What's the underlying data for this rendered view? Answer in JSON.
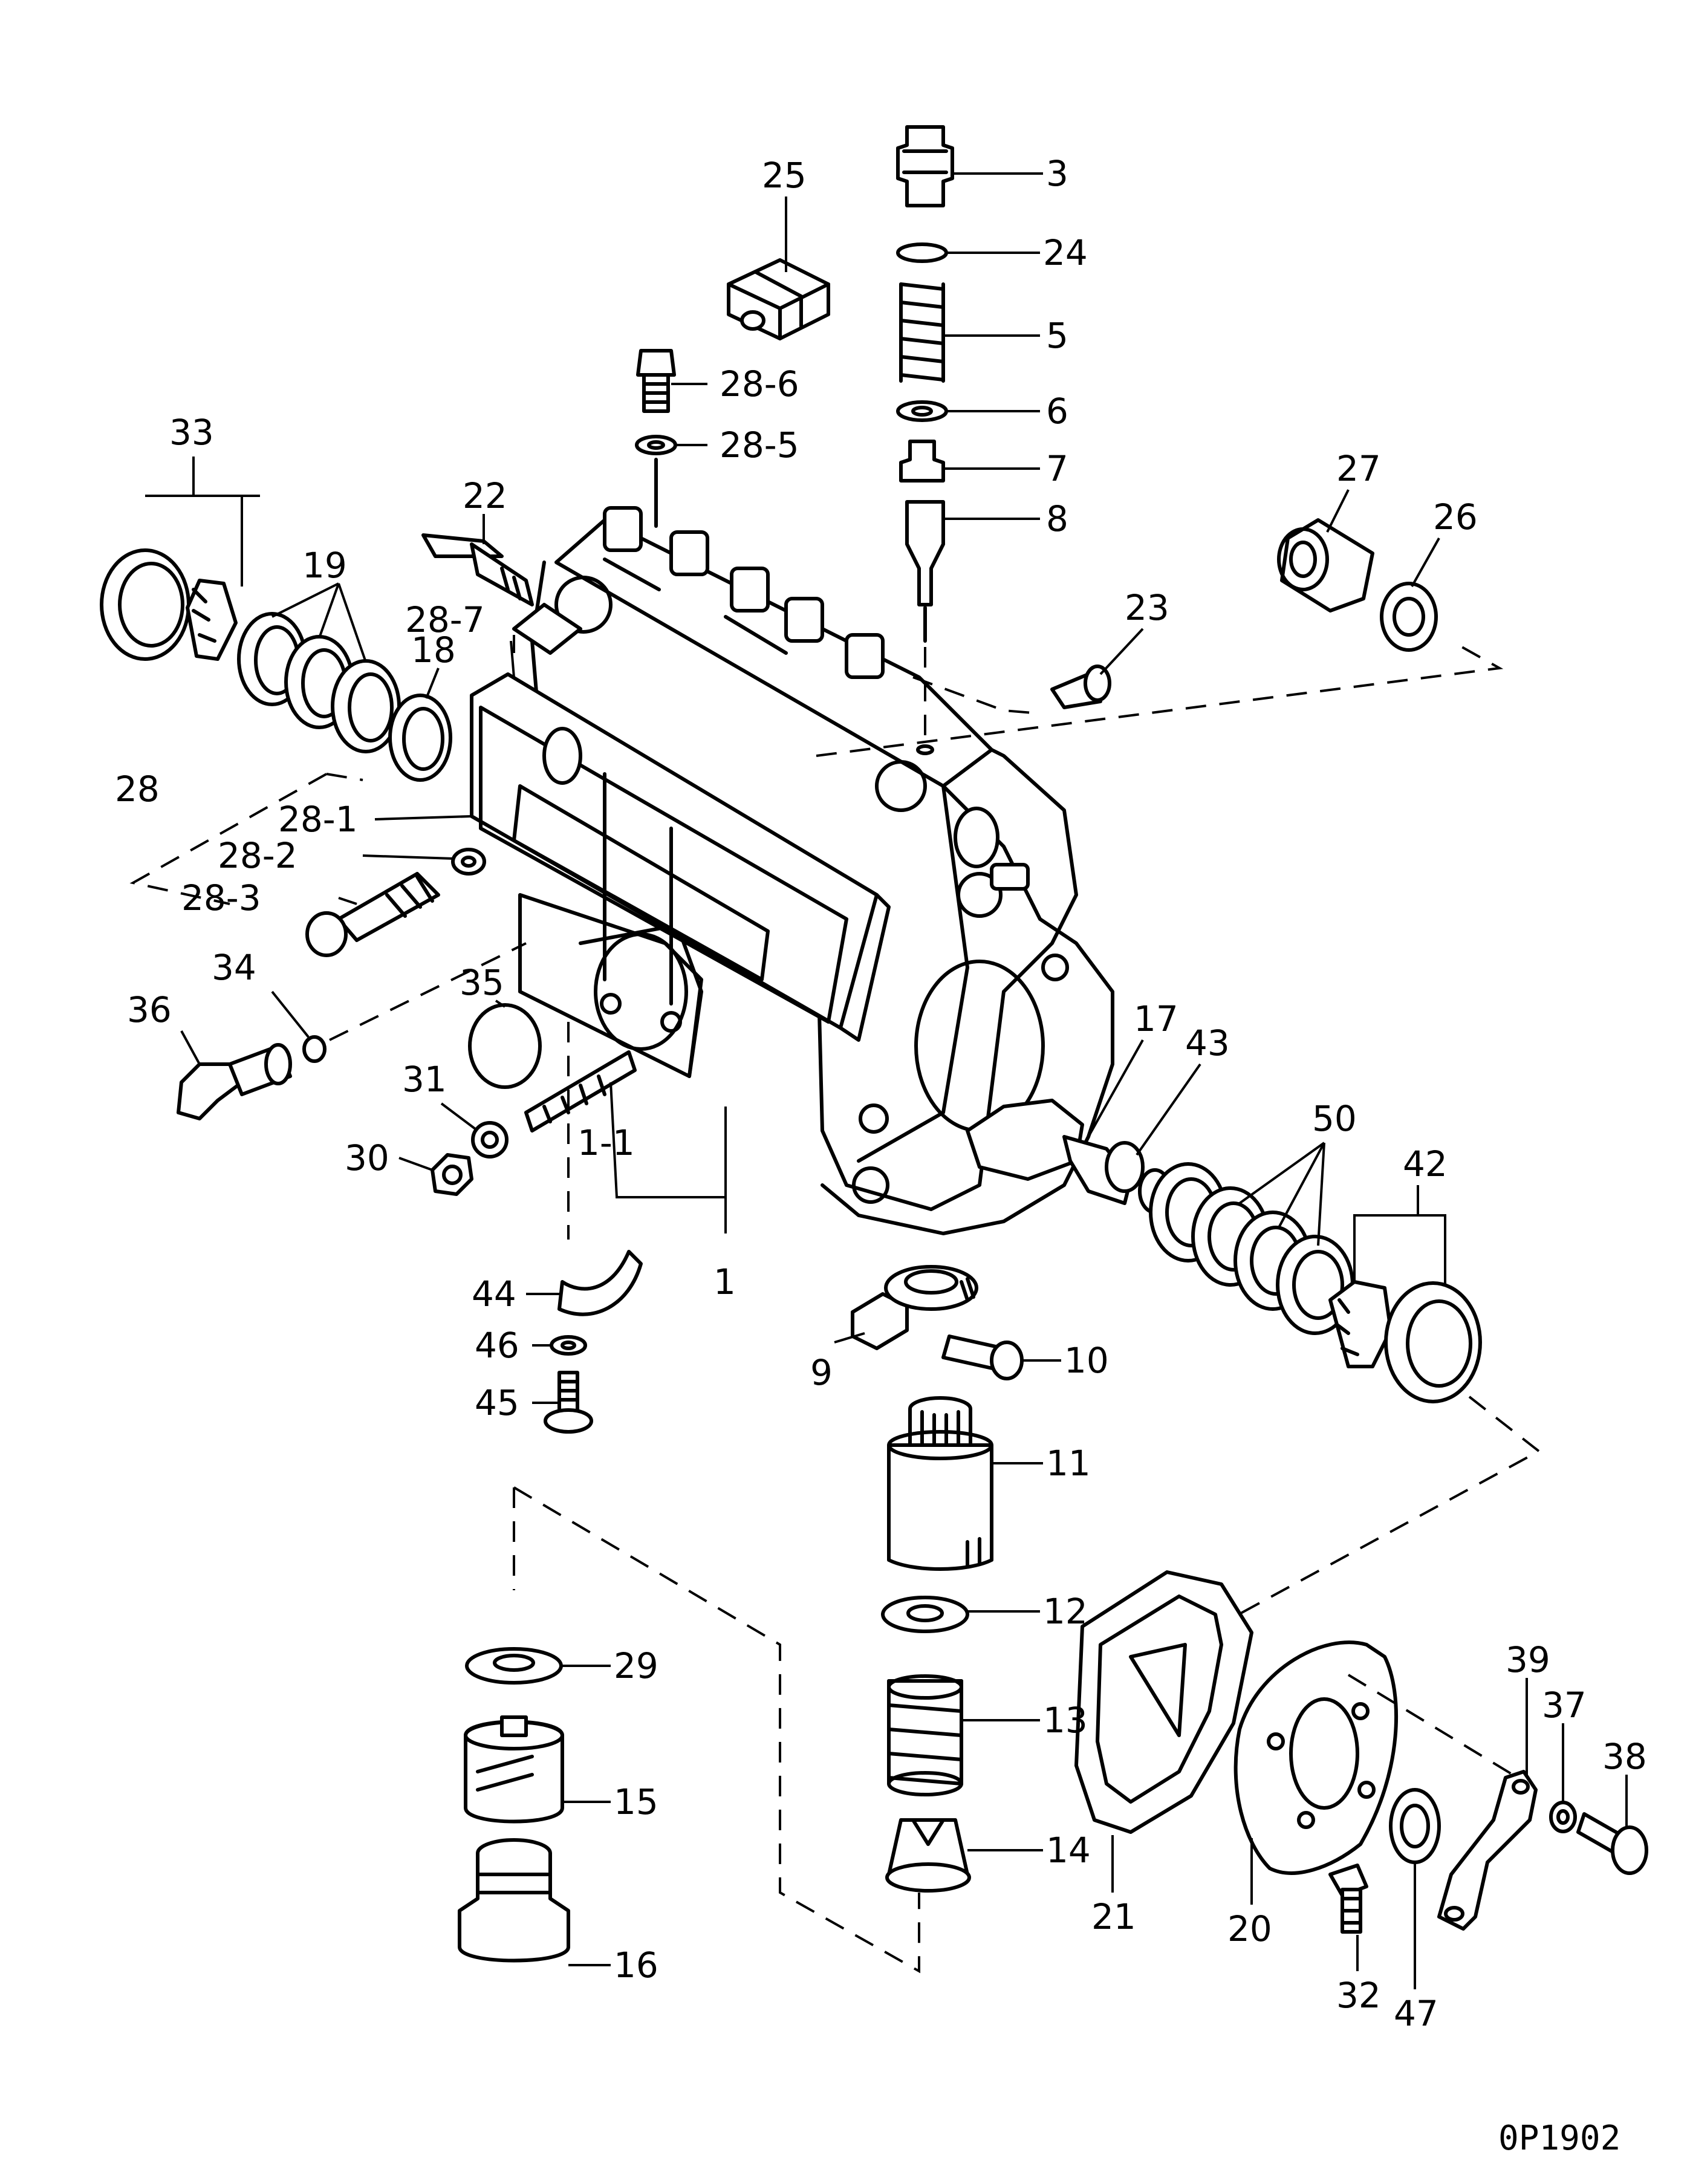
{
  "diagram_code": "0P1902",
  "callouts": {
    "p1": "1",
    "p1_1": "1-1",
    "p3": "3",
    "p5": "5",
    "p6": "6",
    "p7": "7",
    "p8": "8",
    "p9": "9",
    "p10": "10",
    "p11": "11",
    "p12": "12",
    "p13": "13",
    "p14": "14",
    "p15": "15",
    "p16": "16",
    "p17": "17",
    "p18": "18",
    "p19": "19",
    "p20": "20",
    "p21": "21",
    "p22": "22",
    "p23": "23",
    "p24": "24",
    "p25": "25",
    "p26": "26",
    "p27": "27",
    "p28": "28",
    "p28_1": "28-1",
    "p28_2": "28-2",
    "p28_3": "28-3",
    "p28_5": "28-5",
    "p28_6": "28-6",
    "p28_7": "28-7",
    "p29": "29",
    "p30": "30",
    "p31": "31",
    "p32": "32",
    "p33": "33",
    "p34": "34",
    "p35": "35",
    "p36": "36",
    "p37": "37",
    "p38": "38",
    "p39": "39",
    "p42": "42",
    "p43": "43",
    "p44": "44",
    "p45": "45",
    "p46": "46",
    "p47": "47",
    "p50": "50"
  }
}
